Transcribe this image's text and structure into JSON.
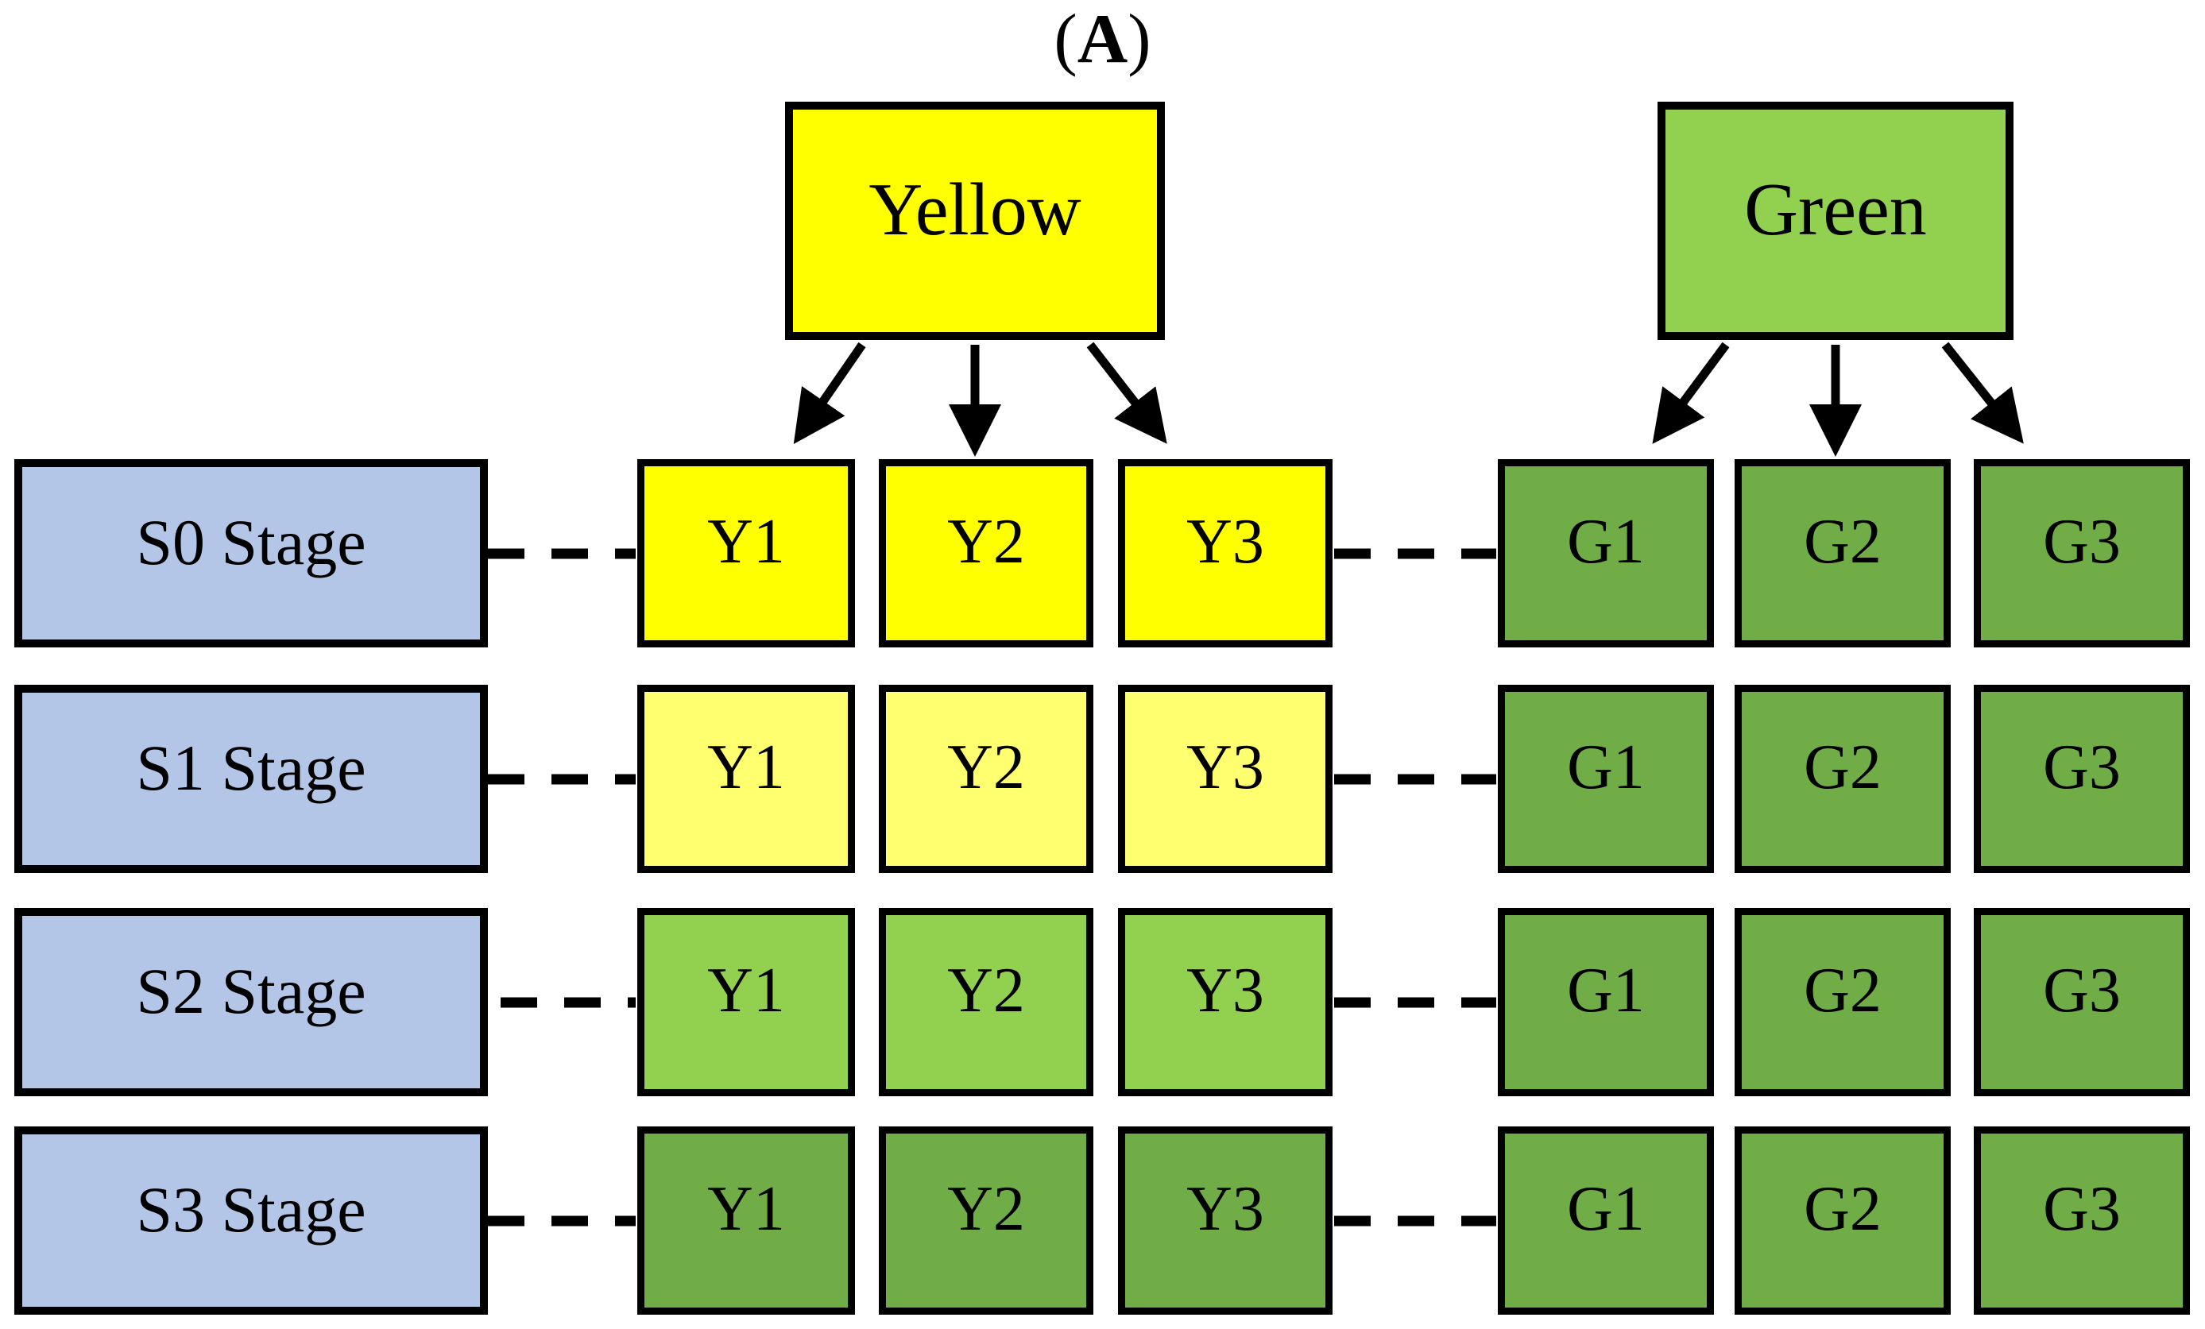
{
  "panel": {
    "open": "(",
    "letter": "A",
    "close": ")"
  },
  "palette": {
    "stage_blue": "#B4C6E7",
    "bright_yellow": "#FFFF00",
    "pale_yellow": "#FFFF70",
    "light_green": "#92D050",
    "medium_green": "#70AD47",
    "line_black": "#000000"
  },
  "parents": {
    "yellow": {
      "label": "Yellow",
      "color": "#FFFF00"
    },
    "green": {
      "label": "Green",
      "color": "#92D050"
    }
  },
  "rows": [
    {
      "stage_label": "S0 Stage",
      "yellow_cells": [
        {
          "label": "Y1",
          "color": "#FFFF00"
        },
        {
          "label": "Y2",
          "color": "#FFFF00"
        },
        {
          "label": "Y3",
          "color": "#FFFF00"
        }
      ],
      "green_cells": [
        {
          "label": "G1",
          "color": "#70AD47"
        },
        {
          "label": "G2",
          "color": "#70AD47"
        },
        {
          "label": "G3",
          "color": "#70AD47"
        }
      ]
    },
    {
      "stage_label": "S1 Stage",
      "yellow_cells": [
        {
          "label": "Y1",
          "color": "#FFFF70"
        },
        {
          "label": "Y2",
          "color": "#FFFF70"
        },
        {
          "label": "Y3",
          "color": "#FFFF70"
        }
      ],
      "green_cells": [
        {
          "label": "G1",
          "color": "#70AD47"
        },
        {
          "label": "G2",
          "color": "#70AD47"
        },
        {
          "label": "G3",
          "color": "#70AD47"
        }
      ]
    },
    {
      "stage_label": "S2 Stage",
      "yellow_cells": [
        {
          "label": "Y1",
          "color": "#92D050"
        },
        {
          "label": "Y2",
          "color": "#92D050"
        },
        {
          "label": "Y3",
          "color": "#92D050"
        }
      ],
      "green_cells": [
        {
          "label": "G1",
          "color": "#70AD47"
        },
        {
          "label": "G2",
          "color": "#70AD47"
        },
        {
          "label": "G3",
          "color": "#70AD47"
        }
      ]
    },
    {
      "stage_label": "S3 Stage",
      "yellow_cells": [
        {
          "label": "Y1",
          "color": "#70AD47"
        },
        {
          "label": "Y2",
          "color": "#70AD47"
        },
        {
          "label": "Y3",
          "color": "#70AD47"
        }
      ],
      "green_cells": [
        {
          "label": "G1",
          "color": "#70AD47"
        },
        {
          "label": "G2",
          "color": "#70AD47"
        },
        {
          "label": "G3",
          "color": "#70AD47"
        }
      ]
    }
  ]
}
